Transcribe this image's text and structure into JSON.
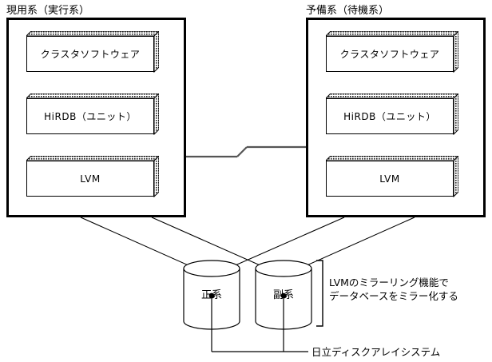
{
  "diagram": {
    "title_left": "現用系（実行系）",
    "title_right": "予備系（待機系）",
    "nodes": [
      {
        "id": "active",
        "label": "現用系（実行系）",
        "components": [
          {
            "name": "クラスタソフトウェア"
          },
          {
            "name": "HiRDB（ユニット）"
          },
          {
            "name": "LVM"
          }
        ]
      },
      {
        "id": "standby",
        "label": "予備系（待機系）",
        "components": [
          {
            "name": "クラスタソフトウェア"
          },
          {
            "name": "HiRDB（ユニット）"
          },
          {
            "name": "LVM"
          }
        ]
      }
    ],
    "disks": [
      {
        "id": "primary",
        "label": "正系"
      },
      {
        "id": "secondary",
        "label": "副系"
      }
    ],
    "annotations": {
      "mirror_line1": "LVMのミラーリング機能で",
      "mirror_line2": "データベースをミラー化する",
      "disk_array": "日立ディスクアレイシステム"
    },
    "colors": {
      "stroke": "#000000",
      "background": "#ffffff",
      "stipple": "#404040",
      "link": "#555555"
    }
  }
}
